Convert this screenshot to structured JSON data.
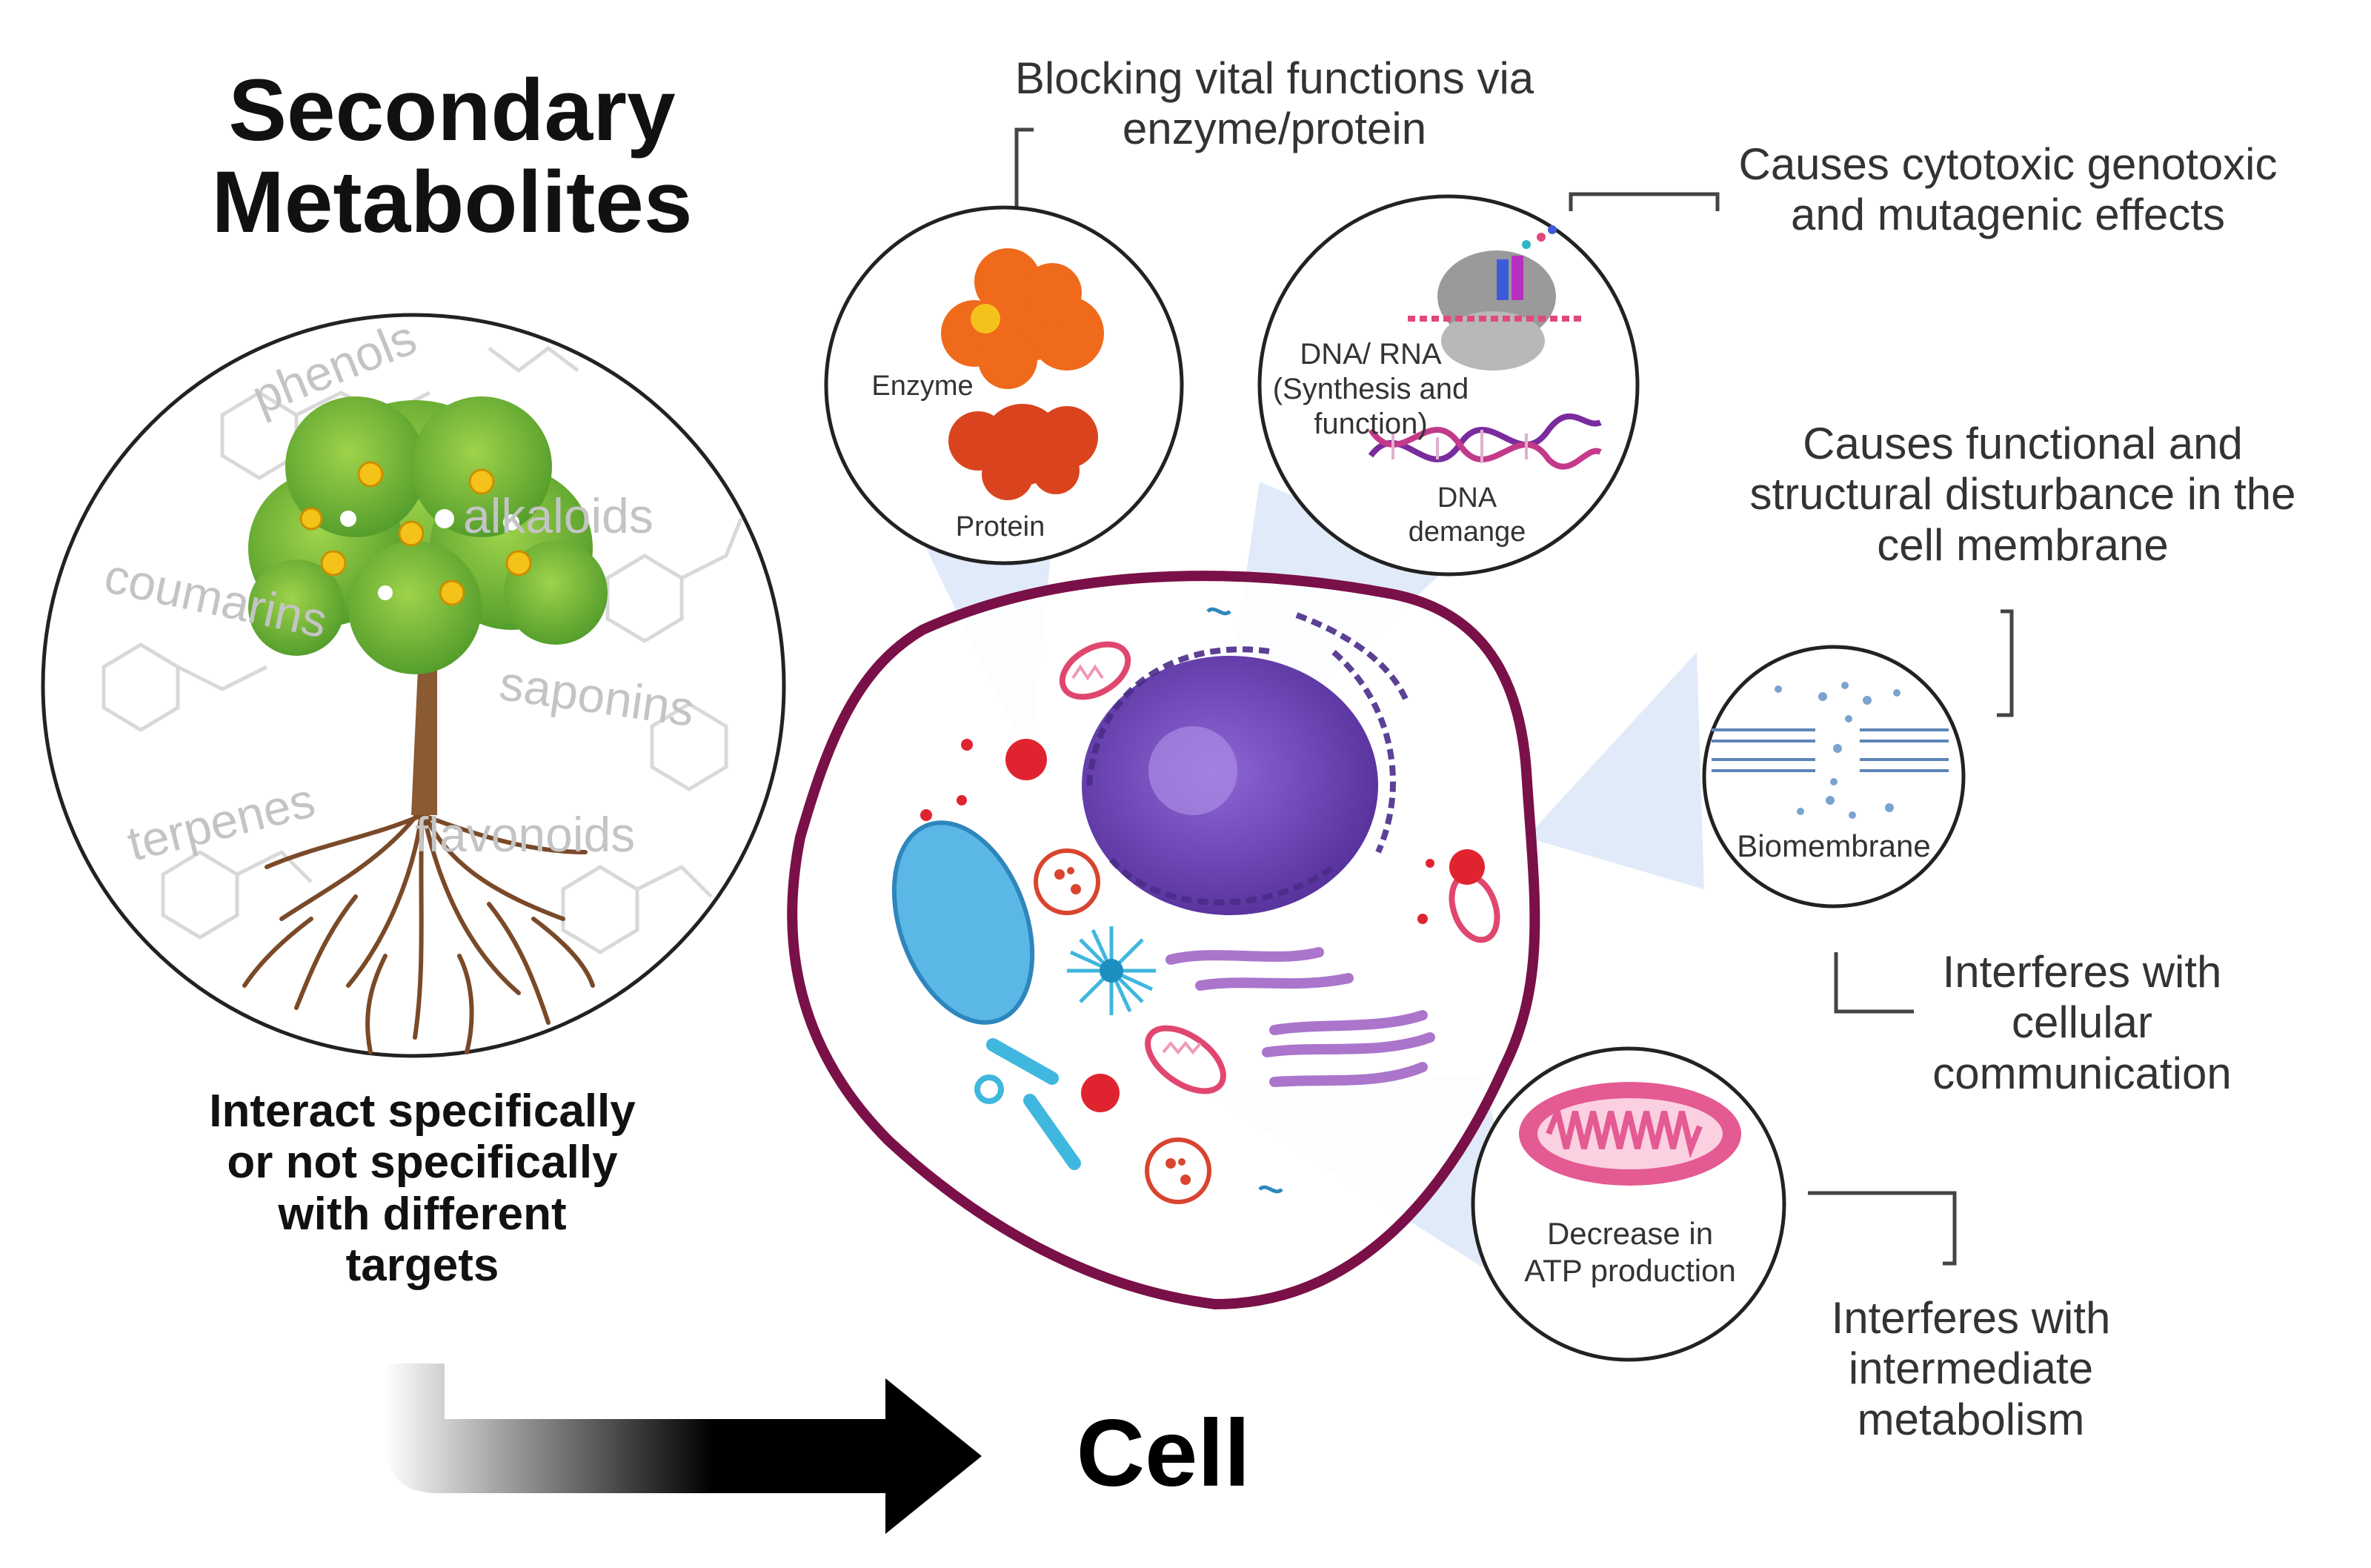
{
  "title": {
    "line1": "Secondary",
    "line2": "Metabolites"
  },
  "plant": {
    "compounds": [
      "phenols",
      "alkaloids",
      "coumarins",
      "saponins",
      "terpenes",
      "flavonoids"
    ],
    "caption": [
      "Interact specifically",
      "or not specifically",
      "with different",
      "targets"
    ]
  },
  "arrow_target": "Cell",
  "effects": {
    "enzyme_protein": {
      "note": [
        "Blocking vital functions via",
        "enzyme/protein"
      ],
      "labels": [
        "Enzyme",
        "Protein"
      ]
    },
    "dna": {
      "note": [
        "Causes cytotoxic  genotoxic",
        "and mutagenic effects"
      ],
      "labels": [
        "DNA/ RNA",
        "(Synthesis and",
        "function)",
        "DNA",
        "demange"
      ]
    },
    "membrane": {
      "note": [
        "Causes functional and",
        "structural disturbance in the",
        "cell membrane"
      ],
      "label": "Biomembrane",
      "note2": [
        "Interferes with",
        "cellular",
        "communication"
      ]
    },
    "mitochondria": {
      "labels": [
        "Decrease in",
        "ATP production"
      ],
      "note": [
        "Interferes with",
        "intermediate",
        "metabolism"
      ]
    }
  },
  "colors": {
    "cell_membrane": "#7a1048",
    "nucleus": "#6a3fb0",
    "enzyme": "#f06a1c",
    "protein": "#d9441e",
    "mitochondria": "#e45a92",
    "vacuole": "#5ab7e6",
    "beam": "#c9d9f2",
    "arrow": "#000000"
  }
}
